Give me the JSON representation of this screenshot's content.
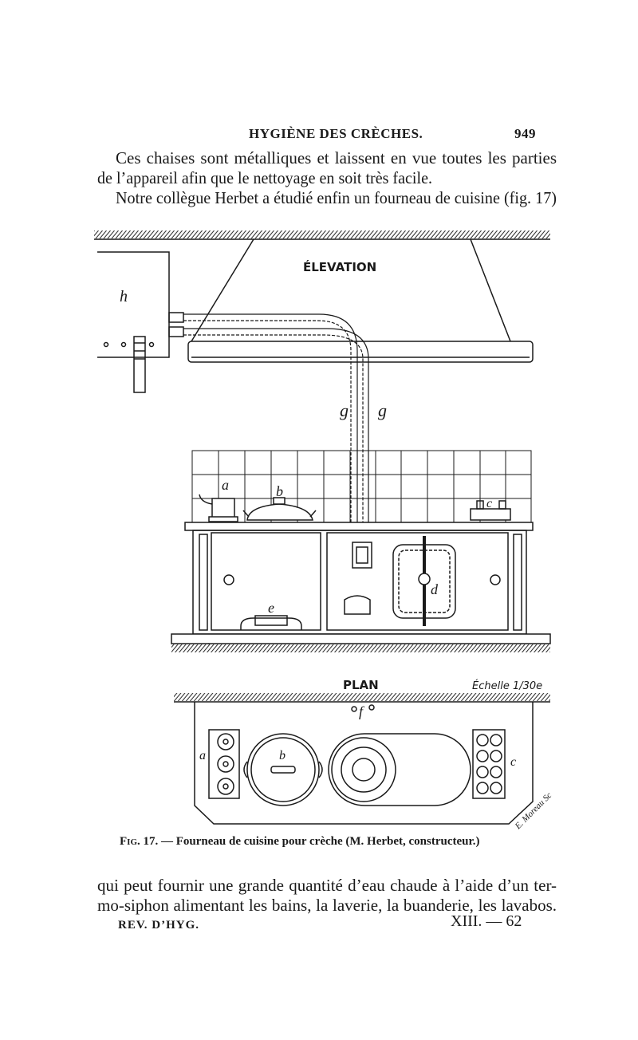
{
  "header": {
    "running_title": "HYGIÈNE DES CRÈCHES.",
    "page_number": "949"
  },
  "paragraph_top": {
    "lines": [
      "Ces chaises sont métalliques et laissent en vue toutes les parties",
      "de l’appareil afin que le nettoyage en soit très facile.",
      "Notre collègue Herbet a étudié enfin un fourneau de cuisine (fig. 17)"
    ]
  },
  "figure": {
    "elevation_title": "ÉLEVATION",
    "plan_title": "PLAN",
    "scale": "Échelle 1/30e",
    "labels": {
      "h": "h",
      "g1": "g",
      "g2": "g",
      "a": "a",
      "b": "b",
      "c": "c",
      "d": "d",
      "e": "e",
      "plan_a": "a",
      "plan_b": "b",
      "plan_c": "c",
      "plan_f": "f"
    },
    "engraver_signature": "E. Moreau Sc",
    "caption": {
      "fig": "Fig. 17.",
      "text": "— Fourneau de cuisine pour crèche (M. Herbet, constructeur.)"
    }
  },
  "paragraph_bottom": {
    "lines": [
      "qui peut fournir une grande quantité d’eau chaude à l’aide d’un ter-",
      "mo-siphon alimentant les bains, la laverie, la buanderie, les lavabos."
    ]
  },
  "footer": {
    "left": "REV. D’HYG.",
    "right": "XIII. — 62"
  }
}
